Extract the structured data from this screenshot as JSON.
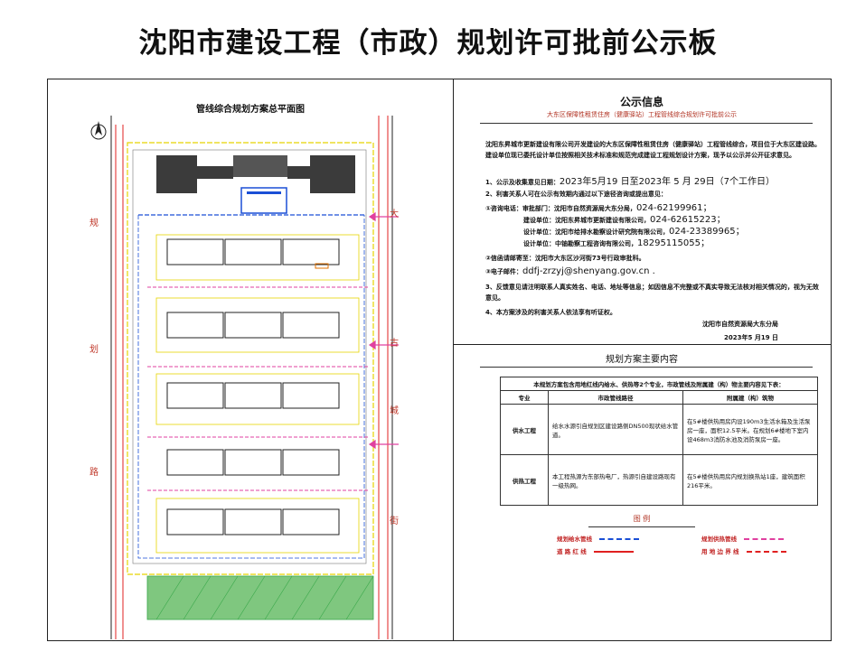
{
  "board_title": "沈阳市建设工程（市政）规划许可批前公示板",
  "plan": {
    "title": "管线综合规划方案总平面图",
    "road_left": [
      "规",
      "划",
      "路"
    ],
    "road_right": [
      "大",
      "古",
      "城",
      "街"
    ]
  },
  "notice": {
    "title": "公示信息",
    "subtitle": "大东区保障性租赁住房（健康驿站）工程管线综合规划许可批前公示",
    "intro": "沈阳东昇城市更新建设有限公司开发建设的大东区保障性租赁住房（健康驿站）工程管线综合，项目位于大东区建设路。建设单位现已委托设计单位按照相关技术标准和规范完成建设工程规划设计方案，现予以公示并公开征求意见。",
    "item1_prefix": "1、公示及收集意见日期：",
    "item1_dates": "2023年5月19 日至2023年 5 月 29日（7个工作日）",
    "item2": "2、利害关系人可在公示有效期内通过以下途径咨询或提出意见：",
    "consult_label": "①咨询电话：",
    "contacts": [
      {
        "label": "审批部门：沈阳市自然资源局大东分局，",
        "phone": "024-62199961；"
      },
      {
        "label": "建设单位：沈阳东昇城市更新建设有限公司，",
        "phone": "024-62615223；"
      },
      {
        "label": "设计单位：沈阳市给排水勘察设计研究院有限公司，",
        "phone": "024-23389965；"
      },
      {
        "label": "设计单位：中铀勘察工程咨询有限公司，",
        "phone": "18295115055；"
      }
    ],
    "mail_label": "②信函请邮寄至：沈阳市大东区沙河街73号行政审批科。",
    "email_label": "③电子邮件：",
    "email": "ddfj-zrzyj@shenyang.gov.cn .",
    "item3": "3、反馈意见请注明联系人真实姓名、电话、地址等信息；如因信息不完整或不真实导致无法核对相关情况的，视为无效意见。",
    "item4": "4、本方案涉及的利害关系人依法享有听证权。",
    "signature_org": "沈阳市自然资源局大东分局",
    "signature_date": "2023年5 月19 日"
  },
  "main_content": {
    "title": "规划方案主要内容",
    "table_note": "本规划方案包含用地红线内给水、供热等2个专业，市政管线及附属建（构）物主要内容见下表：",
    "headers": [
      "专业",
      "市政管线路径",
      "附属建（构）筑物"
    ],
    "rows": [
      {
        "specialty": "供水工程",
        "path": "给水水源引自规划区建设路侧DN500现状给水管道。",
        "structures": "在5#楼供热用房内设190m3生活水箱及生活泵房一座，面积12.5平米。在规划6#楼地下室内设468m3消防水池及消防泵房一座。"
      },
      {
        "specialty": "供热工程",
        "path": "本工程热源为东部热电厂，热源引自建设路现有一级热网。",
        "structures": "在5#楼供热用房内规划换热站1座，建筑面积216平米。"
      }
    ],
    "legend_title": "图    例",
    "legend": [
      {
        "label": "规划给水管线",
        "color": "#1a4fd6"
      },
      {
        "label": "规划供热管线",
        "color": "#e040a0"
      },
      {
        "label": "道 路 红 线",
        "color": "#e02020"
      },
      {
        "label": "用 地 边 界 线",
        "color": "#e02020"
      }
    ]
  },
  "colors": {
    "water_line": "#1a4fd6",
    "heat_line": "#e040a0",
    "red_line": "#e02020",
    "building": "#333333",
    "green": "#3aa84a",
    "yellow_boundary": "#e6d400"
  }
}
